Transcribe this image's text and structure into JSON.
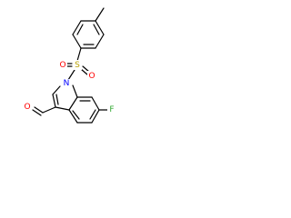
{
  "molecule": {
    "atoms": {
      "sulfur": {
        "symbol": "S",
        "color": "#b8a000"
      },
      "oxygen_left": {
        "symbol": "O",
        "color": "#ff0000"
      },
      "oxygen_right": {
        "symbol": "O",
        "color": "#ff0000"
      },
      "nitrogen": {
        "symbol": "N",
        "color": "#0000ff"
      },
      "oxygen_aldehyde": {
        "symbol": "O",
        "color": "#ff0000"
      },
      "fluorine": {
        "symbol": "F",
        "color": "#33aa33"
      }
    },
    "bond_color": "#000000"
  }
}
